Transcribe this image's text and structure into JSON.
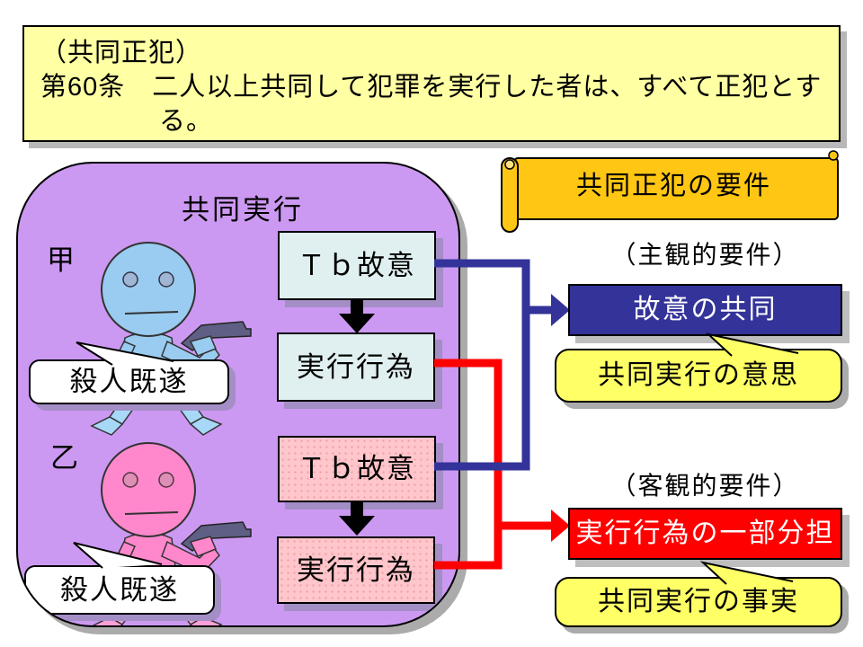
{
  "slide": {
    "statute": {
      "line1": "（共同正犯）",
      "line2": "第60条　二人以上共同して犯罪を実行した者は、すべて正犯とす",
      "line3": "る。"
    },
    "panel": {
      "title": "共同実行",
      "actors": [
        {
          "label": "甲",
          "bubble": "殺人既遂",
          "tb_box": "Ｔｂ故意",
          "act_box": "実行行為"
        },
        {
          "label": "乙",
          "bubble": "殺人既遂",
          "tb_box": "Ｔｂ故意",
          "act_box": "実行行為"
        }
      ]
    },
    "requirements": {
      "banner": "共同正犯の要件",
      "subjective": {
        "heading": "（主観的要件）",
        "result": "故意の共同",
        "note": "共同実行の意思"
      },
      "objective": {
        "heading": "（客観的要件）",
        "result": "実行行為の一部分担",
        "note": "共同実行の事実"
      }
    },
    "colors": {
      "statute_bg": "#FFFFA3",
      "panel_bg": "#CC99F2",
      "tb_box_cyan": "#E0EFEF",
      "tb_box_pink": "#FFC6CB",
      "banner_gold": "#FFC613",
      "subjective_box": "#333399",
      "objective_box": "#FF0000",
      "note_yellow": "#FFFF66",
      "actor1_body": "#99CCF0",
      "actor2_body": "#FF88CC",
      "connector_blue": "#333399",
      "connector_red": "#FF0000",
      "gun_gray": "#5F5F85"
    }
  }
}
